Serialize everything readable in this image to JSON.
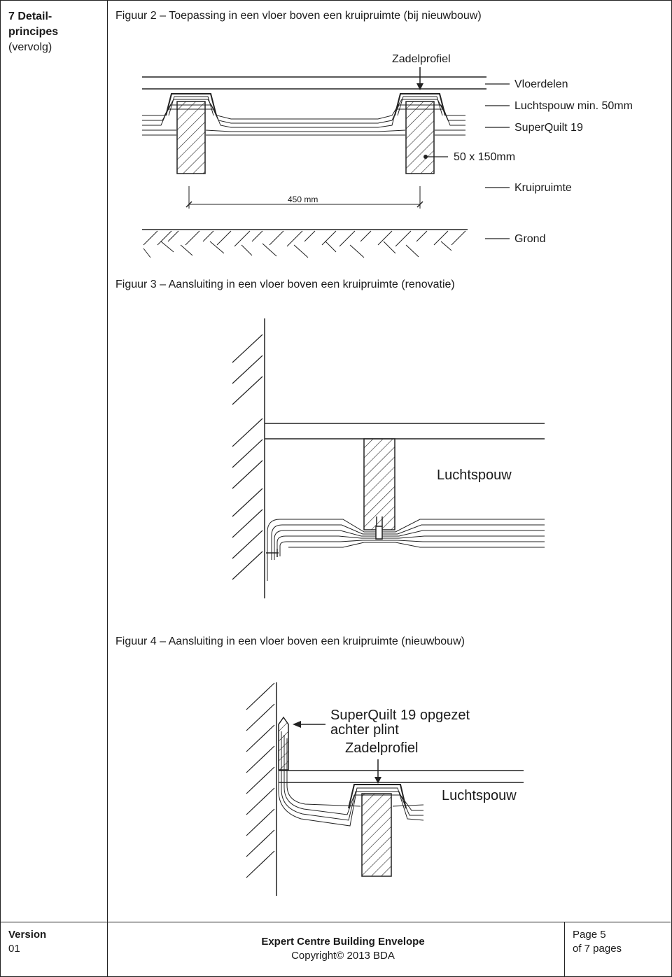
{
  "section": {
    "number": "7",
    "title_line1": "Detail-",
    "title_line2": "principes",
    "subtitle": "(vervolg)"
  },
  "figure2": {
    "caption": "Figuur 2 – Toepassing in een vloer boven een kruipruimte (bij nieuwbouw)",
    "labels": {
      "zadelprofiel": "Zadelprofiel",
      "vloerdelen": "Vloerdelen",
      "luchtspouw": "Luchtspouw min. 50mm",
      "superquilt": "SuperQuilt 19",
      "joist": "50 x 150mm",
      "spacing": "450 mm",
      "kruipruimte": "Kruipruimte",
      "grond": "Grond"
    }
  },
  "figure3": {
    "caption": "Figuur 3 – Aansluiting in een vloer boven een kruipruimte (renovatie)",
    "labels": {
      "luchtspouw": "Luchtspouw"
    }
  },
  "figure4": {
    "caption": "Figuur 4 – Aansluiting in een vloer boven een kruipruimte (nieuwbouw)",
    "labels": {
      "superquilt_line1": "SuperQuilt 19 opgezet",
      "superquilt_line2": "achter plint",
      "zadelprofiel": "Zadelprofiel",
      "luchtspouw": "Luchtspouw"
    }
  },
  "footer": {
    "version_label": "Version",
    "version_value": "01",
    "organisation": "Expert Centre Building Envelope",
    "copyright": "Copyright© 2013 BDA",
    "page_line1": "Page 5",
    "page_line2": "of 7 pages"
  }
}
